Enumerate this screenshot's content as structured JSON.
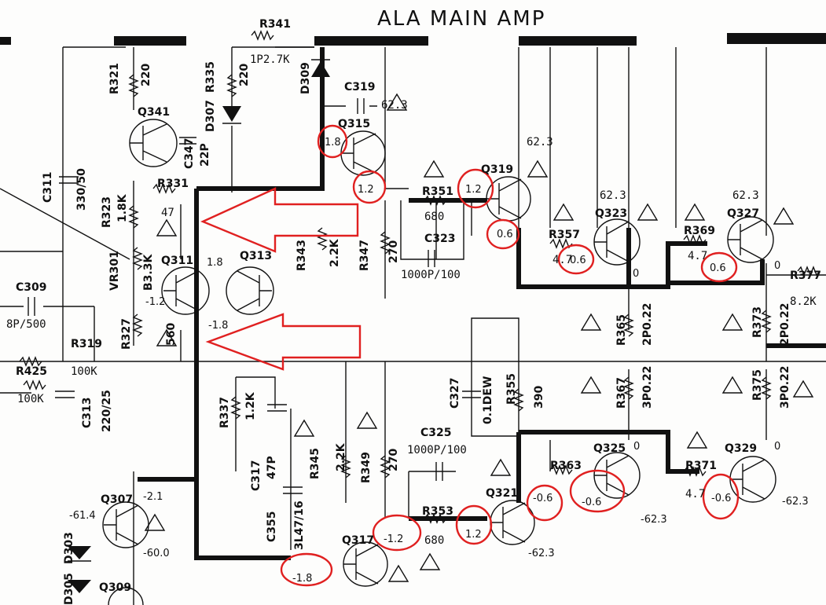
{
  "title": "ALA MAIN AMP",
  "components": {
    "r341": "R341",
    "r341_val": "1P2.7K",
    "r321": "R321",
    "r321_val": "220",
    "r335": "R335",
    "r335_val": "220",
    "d307": "D307",
    "d309": "D309",
    "c319": "C319",
    "c319_v": "62.3",
    "q341": "Q341",
    "c347": "C347",
    "c347_val": "22P",
    "q315": "Q315",
    "q319": "Q319",
    "q319_v": "62.3",
    "q323": "Q323",
    "q323_v": "62.3",
    "q327": "Q327",
    "q327_v": "62.3",
    "c311": "C311",
    "c311_val": "330/50",
    "r323": "R323",
    "r323_val": "1.8K",
    "r331": "R331",
    "r331_val": "47",
    "r351": "R351",
    "r351_val": "680",
    "c323": "C323",
    "c323_val": "1000P/100",
    "r357": "R357",
    "r357_val": "4.7",
    "r369": "R369",
    "r369_val": "4.7",
    "r377": "R377",
    "r377_val": "8.2K",
    "vr301": "VR301",
    "vr_val": "B3.3K",
    "q311": "Q311",
    "q313": "Q313",
    "r343": "R343",
    "r343_val": "2.2K",
    "r347": "R347",
    "r347_val": "270",
    "c309": "C309",
    "c309_val": "8P/500",
    "r327": "R327",
    "r327_val": "560",
    "r319": "R319",
    "r425": "R425",
    "r425_val": "100K",
    "r319_val": "100K",
    "c313": "C313",
    "c313_val": "220/25",
    "r365": "R365",
    "r365_val": "2P0.22",
    "r373": "R373",
    "r373_val": "2P0.22",
    "r367": "R367",
    "r367_val": "3P0.22",
    "r375": "R375",
    "r375_val": "3P0.22",
    "c327": "C327",
    "c327_val": "0.1DEW",
    "r355": "R355",
    "r355_val": "390",
    "r337": "R337",
    "r337_val": "1.2K",
    "c317": "C317",
    "c317_val": "47P",
    "r345": "R345",
    "r345_val": "2.2K",
    "r349": "R349",
    "r349_val": "270",
    "c325": "C325",
    "c325_val": "1000P/100",
    "c355": "C355",
    "c355_val": "3L47/16",
    "r363": "R363",
    "r371": "R371",
    "r371_val": "4.7",
    "q325": "Q325",
    "q329": "Q329",
    "q321": "Q321",
    "r353": "R353",
    "r353_val": "680",
    "q317": "Q317",
    "q307": "Q307",
    "q309": "Q309",
    "d303": "D303",
    "d305": "D305"
  },
  "voltages": {
    "q315_b": "1.8",
    "q315_e": "1.2",
    "q319_b": "1.2",
    "q319_e": "0.6",
    "q323_e": "0.6",
    "q327_e": "0.6",
    "q327_o": "0",
    "q323_o": "0",
    "q311_c": "1.8",
    "q311_e": "-1.2",
    "q311_x": "-1.8",
    "q307_a": "-2.1",
    "q307_b": "-61.4",
    "q307_c": "-60.0",
    "q317_b": "-1.8",
    "q317_x": "-1.2",
    "q321_b": "1.2",
    "q321_e": "-62.3",
    "q321_x": "-0.6",
    "q325_b": "-0.6",
    "q325_o": "0",
    "q325_e": "-62.3",
    "q329_b": "-0.6",
    "q329_o": "0",
    "q329_e": "-62.3"
  },
  "annotations": {
    "arrow_1": "arrow-pointing-left",
    "arrow_2": "arrow-pointing-left",
    "circle_color": "#e02020"
  }
}
